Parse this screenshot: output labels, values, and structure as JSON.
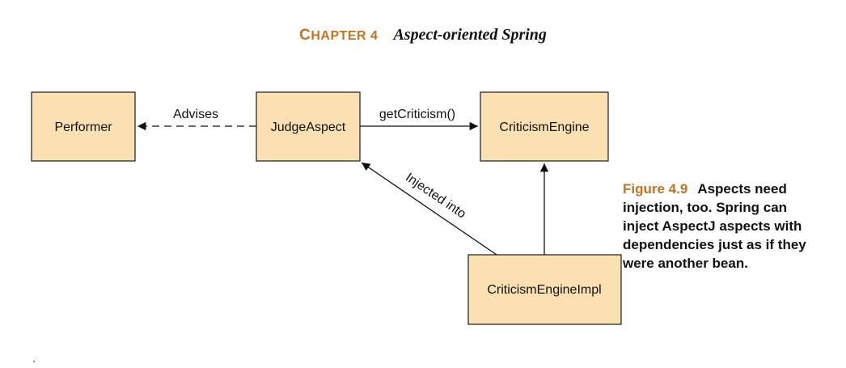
{
  "header": {
    "chapter_label": "CHAPTER 4",
    "chapter_title": "Aspect-oriented Spring"
  },
  "diagram": {
    "nodes": {
      "performer": "Performer",
      "judge_aspect": "JudgeAspect",
      "criticism_engine": "CriticismEngine",
      "criticism_engine_impl": "CriticismEngineImpl"
    },
    "edges": {
      "advises": "Advises",
      "get_criticism": "getCriticism()",
      "injected_into": "Injected into"
    },
    "colors": {
      "box_fill": "#fbe0b2",
      "accent": "#c0751e"
    }
  },
  "caption": {
    "figure_label": "Figure 4.9",
    "text": "Aspects need injection, too. Spring can inject AspectJ aspects with dependencies just as if they were another bean."
  },
  "stray_mark": "ˎ"
}
